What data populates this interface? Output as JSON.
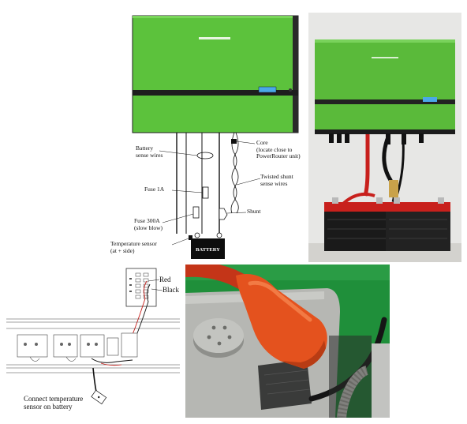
{
  "wiring_diagram": {
    "labels": {
      "battery_sense_wires": "Battery\nsense wires",
      "core": "Core\n(locate close to\nPowerRouter unit)",
      "twisted_shunt": "Twisted shunt\nsense wires",
      "fuse_1a": "Fuse 1A",
      "shunt": "Shunt",
      "fuse_300a": "Fuse 300A\n(slow blow)",
      "temp_sensor": "Temperature sensor\n(at + side)",
      "battery": "BATTERY"
    }
  },
  "sensor_diagram": {
    "labels": {
      "red": "Red",
      "black": "Black",
      "connect": "Connect temperature\nsensor on battery"
    }
  },
  "colors": {
    "inverter_green": "#5cc23c",
    "inverter_dark": "#1e1e1e",
    "lcd_blue": "#4aa8e8",
    "battery_red": "#c8201c",
    "photo_wall": "#e7e7e5",
    "boot_orange": "#e4521e",
    "photo_green": "#1f8f3a"
  }
}
